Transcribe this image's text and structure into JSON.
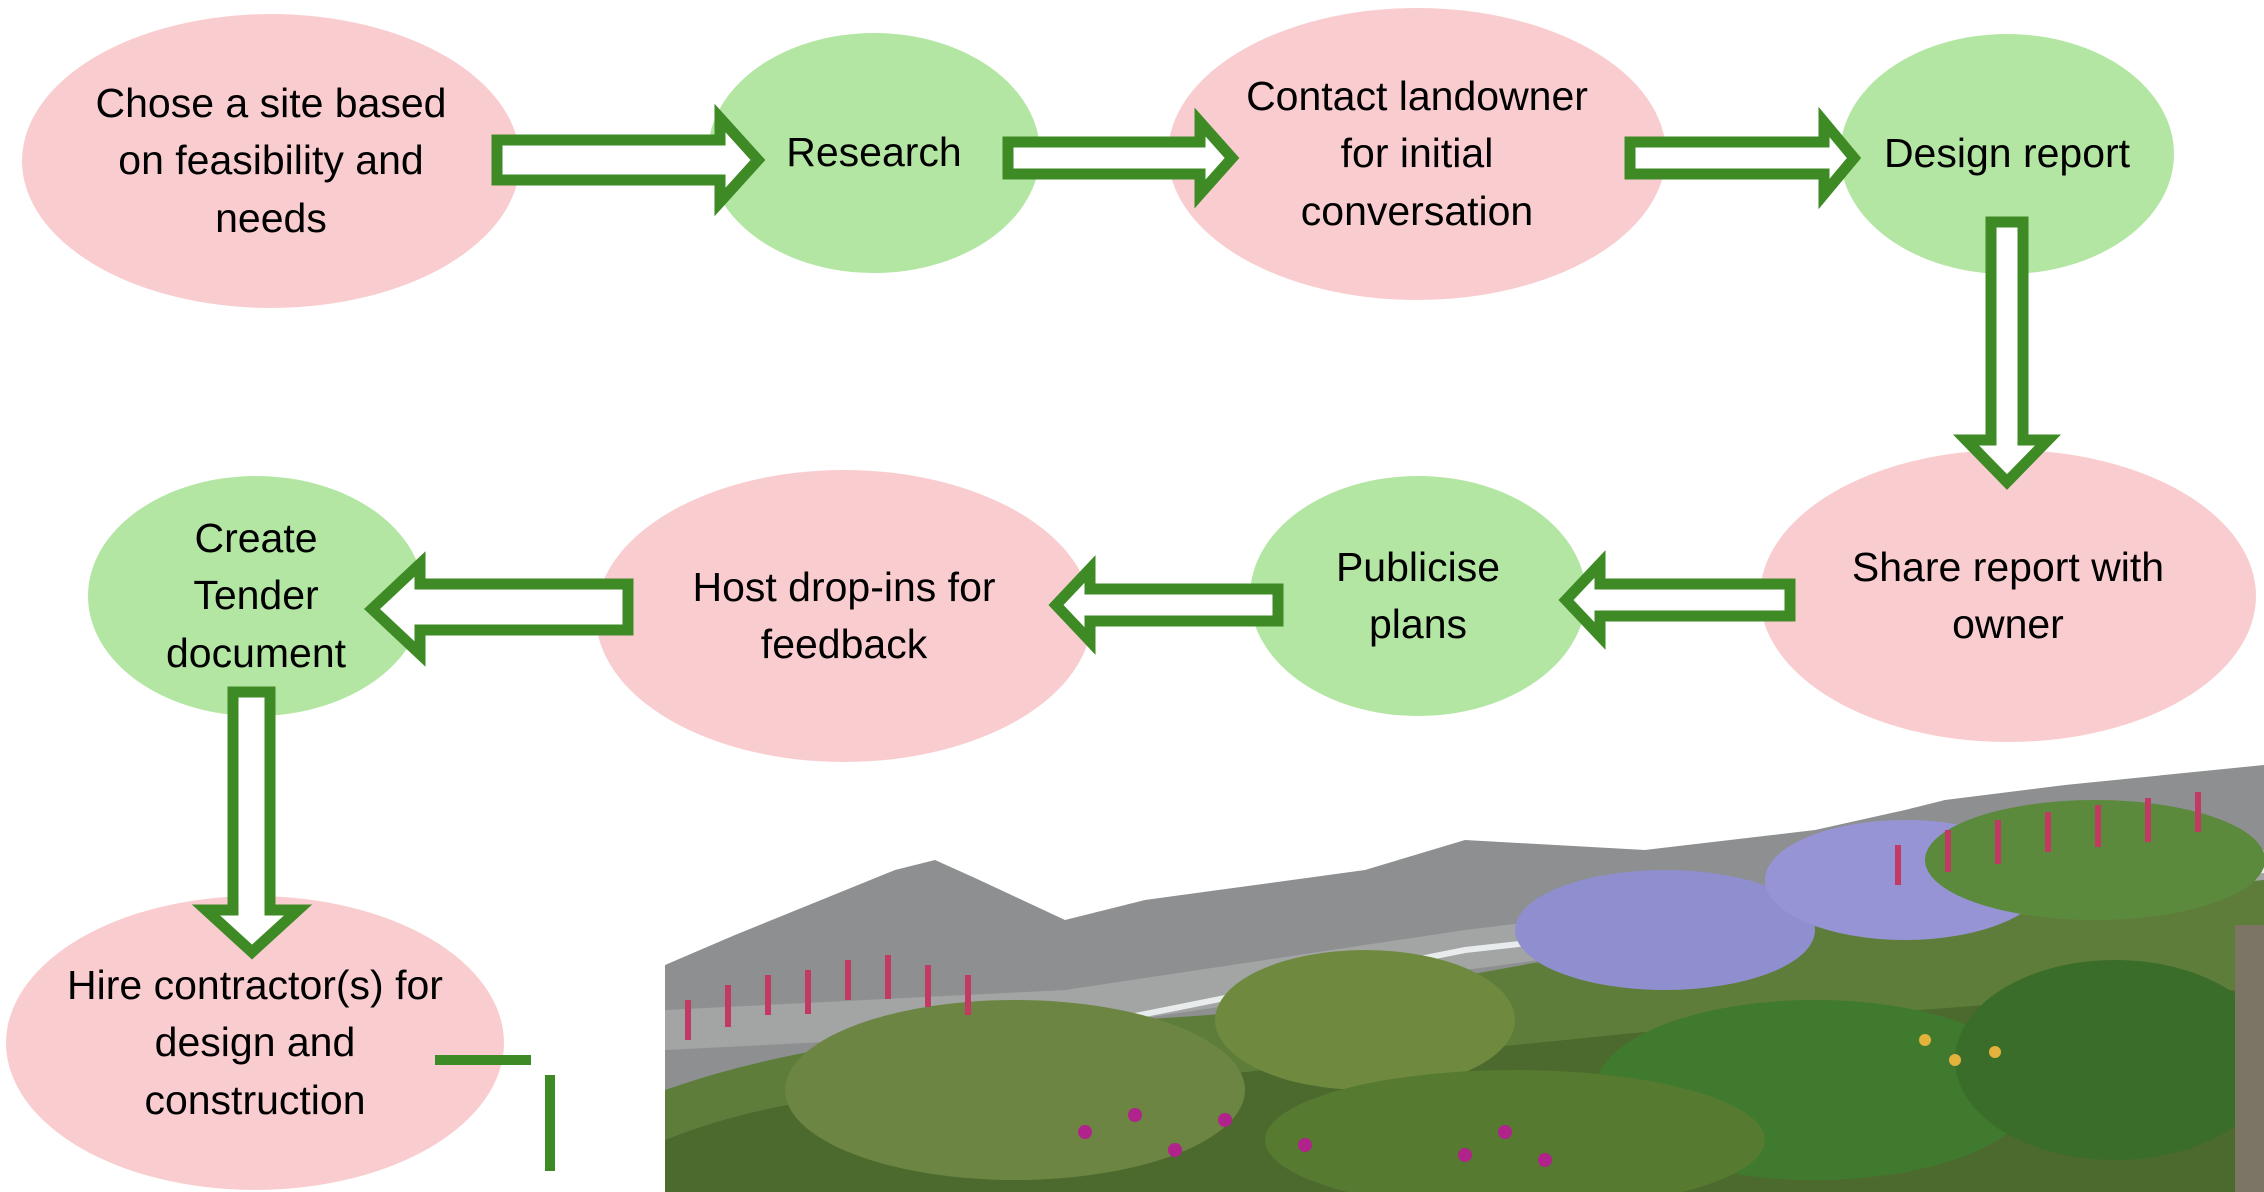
{
  "colors": {
    "pink": "#f9cdd0",
    "green": "#b3e6a2",
    "arrow": "#3e8a25"
  },
  "nodes": [
    {
      "id": "choose-site",
      "label": "Chose a site based\non feasibility and\nneeds",
      "color": "pink"
    },
    {
      "id": "research",
      "label": "Research",
      "color": "green"
    },
    {
      "id": "contact-landowner",
      "label": "Contact landowner\nfor initial\nconversation",
      "color": "pink"
    },
    {
      "id": "design-report",
      "label": "Design report",
      "color": "green"
    },
    {
      "id": "share-report",
      "label": "Share report with\nowner",
      "color": "pink"
    },
    {
      "id": "publicise-plans",
      "label": "Publicise\nplans",
      "color": "green"
    },
    {
      "id": "host-drop-ins",
      "label": "Host drop-ins for\nfeedback",
      "color": "pink"
    },
    {
      "id": "create-tender",
      "label": "Create\nTender\ndocument",
      "color": "green"
    },
    {
      "id": "hire-contractors",
      "label": "Hire contractor(s) for\ndesign and\nconstruction",
      "color": "pink"
    }
  ],
  "edges": [
    {
      "from": "choose-site",
      "to": "research"
    },
    {
      "from": "research",
      "to": "contact-landowner"
    },
    {
      "from": "contact-landowner",
      "to": "design-report"
    },
    {
      "from": "design-report",
      "to": "share-report"
    },
    {
      "from": "share-report",
      "to": "publicise-plans"
    },
    {
      "from": "publicise-plans",
      "to": "host-drop-ins"
    },
    {
      "from": "host-drop-ins",
      "to": "create-tender"
    },
    {
      "from": "create-tender",
      "to": "hire-contractors"
    }
  ],
  "photo": {
    "subject": "rain garden planting with flowering plants beside a road"
  }
}
